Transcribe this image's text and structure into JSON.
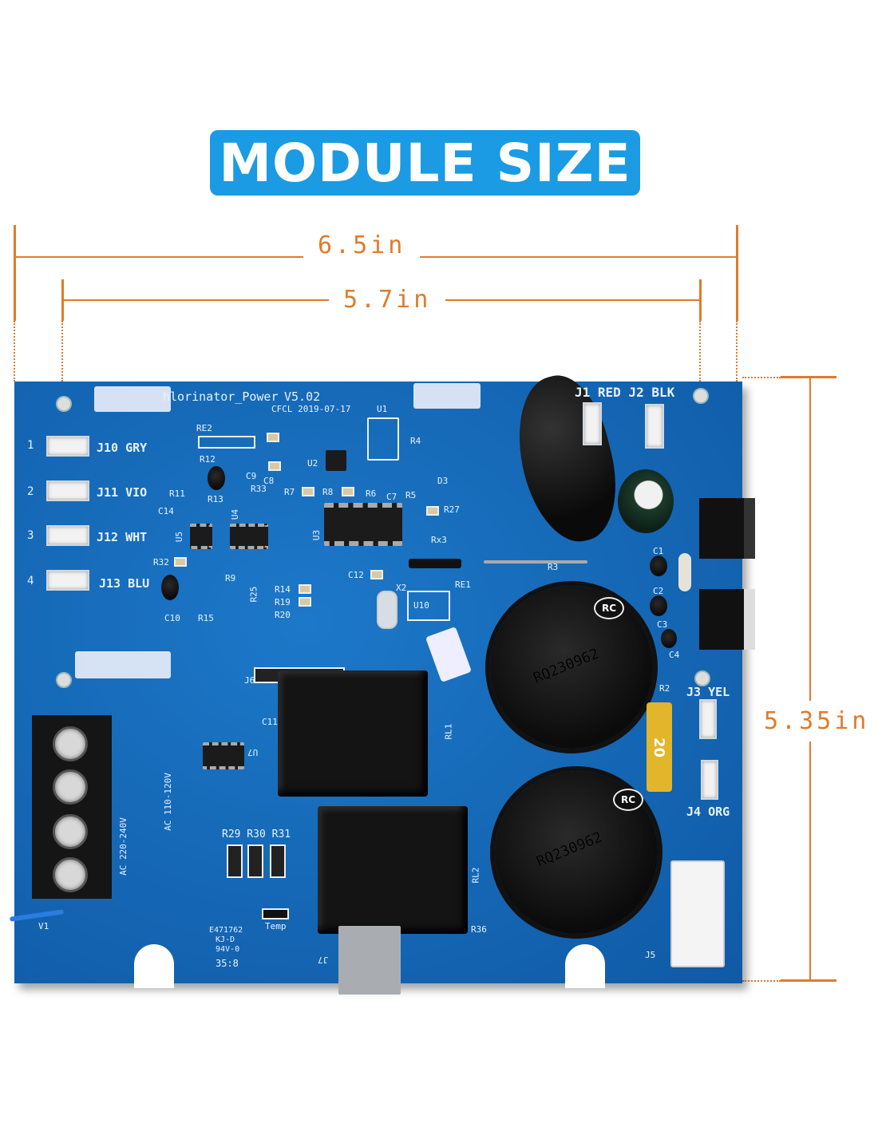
{
  "title": "MODULE SIZE",
  "dimensions": {
    "overall_width": "6.5in",
    "mount_width": "5.7in",
    "height": "5.35in"
  },
  "colors": {
    "banner": "#1a9be3",
    "dimension_lines": "#e07b2a",
    "board": "#166ab8"
  },
  "board": {
    "name": "hlorinator_Power",
    "version": "V5.02",
    "date": "CFCL 2019-07-17",
    "connectors_left": [
      {
        "pin": "1",
        "label": "J10 GRY"
      },
      {
        "pin": "2",
        "label": "J11 VIO"
      },
      {
        "pin": "3",
        "label": "J12 WHT"
      },
      {
        "pin": "4",
        "label": "J13 BLU"
      }
    ],
    "connectors_top": "J1 RED J2 BLK",
    "connectors_right": [
      "J3 YEL",
      "J4 ORG"
    ],
    "chips": [
      "U1",
      "U2",
      "U3",
      "U4",
      "U5",
      "U10",
      "U7"
    ],
    "parts": [
      "RE2",
      "R12",
      "C9",
      "C8",
      "R33",
      "R11",
      "R13",
      "C14",
      "R7",
      "R8",
      "R6",
      "C7",
      "R5",
      "D3",
      "R4",
      "R27",
      "Rx3",
      "R32",
      "R9",
      "R25",
      "R14",
      "R19",
      "R20",
      "C12",
      "X2",
      "RE1",
      "R3",
      "C10",
      "R15",
      "J6",
      "C11",
      "RL1",
      "RL2",
      "R2",
      "C1",
      "C2",
      "C3",
      "C4",
      "R36",
      "J5",
      "J7",
      "V1"
    ],
    "ac_labels": [
      "AC 220-240V",
      "AC 110-120V"
    ],
    "resistors_row": "R29 R30 R31",
    "temp_label": "Temp",
    "cert": [
      "E471762",
      "KJ-D",
      "94V-0",
      "35:8"
    ],
    "capacitor_marking": "RQ230962",
    "cap_brand": "RC",
    "fuse_rating": "20"
  }
}
